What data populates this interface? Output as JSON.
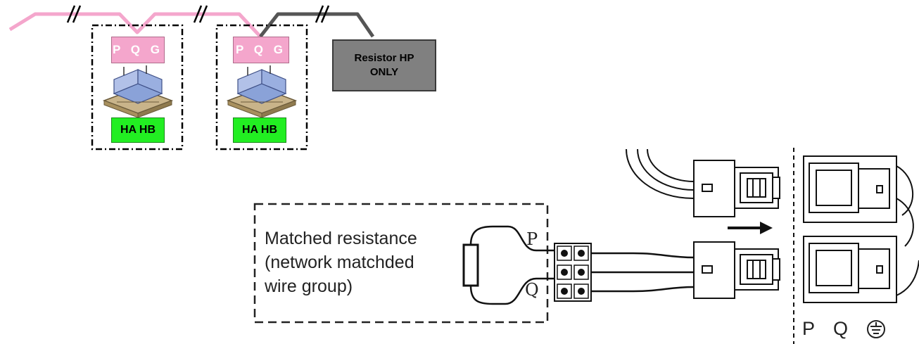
{
  "unit_labels": {
    "unit_1_top": "P Q G",
    "unit_1_bottom": "HA HB",
    "unit_2_top": "P Q G",
    "unit_2_bottom": "HA HB"
  },
  "resistor_box": {
    "line1": "Resistor HP",
    "line2": "ONLY"
  },
  "matched_resistance": {
    "line1": "Matched resistance",
    "line2": "(network matchded",
    "line3": "wire group)"
  },
  "terminal_labels": {
    "p": "P",
    "q": "Q"
  },
  "board_labels": {
    "p": "P",
    "q": "Q"
  },
  "colors": {
    "bus_line": "#f4a6cc",
    "resistor_line": "#555555",
    "pqg_fill": "#f4a6cc",
    "hahb_fill": "#22ee22",
    "resistor_fill": "#808080"
  }
}
